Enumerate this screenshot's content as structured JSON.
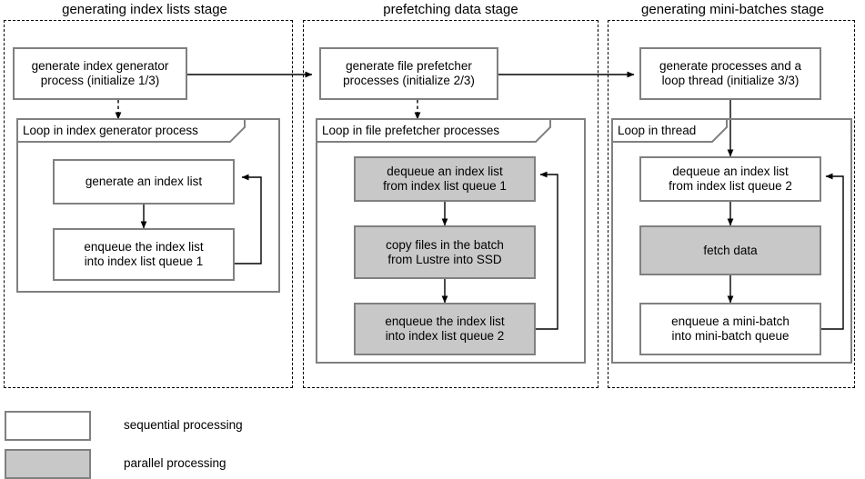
{
  "diagram": {
    "title_font_size": 15,
    "colors": {
      "sequential_fill": "#ffffff",
      "parallel_fill": "#c8c8c8",
      "box_border": "#808080",
      "stage_border": "#000000",
      "arrow": "#000000"
    },
    "stages": [
      {
        "id": "generating-index-lists",
        "title": "generating index lists stage",
        "init_box": {
          "line1": "generate index generator",
          "line2": "process (initialize 1/3)",
          "fill": "sequential"
        },
        "loop": {
          "label": "Loop in index generator process",
          "steps": [
            {
              "line1": "generate an index list",
              "line2": "",
              "fill": "sequential"
            },
            {
              "line1": "enqueue the index list",
              "line2": "into index list queue 1",
              "fill": "sequential"
            }
          ]
        }
      },
      {
        "id": "prefetching-data",
        "title": "prefetching data stage",
        "init_box": {
          "line1": "generate file prefetcher",
          "line2": "processes (initialize 2/3)",
          "fill": "sequential"
        },
        "loop": {
          "label": "Loop in file prefetcher processes",
          "steps": [
            {
              "line1": "dequeue an index list",
              "line2": "from index list queue 1",
              "fill": "parallel"
            },
            {
              "line1": "copy files in the batch",
              "line2": "from Lustre into SSD",
              "fill": "parallel"
            },
            {
              "line1": "enqueue the index list",
              "line2": "into index list queue 2",
              "fill": "parallel"
            }
          ]
        }
      },
      {
        "id": "generating-mini-batches",
        "title": "generating mini-batches stage",
        "init_box": {
          "line1": "generate processes and a",
          "line2": "loop thread (initialize 3/3)",
          "fill": "sequential"
        },
        "loop": {
          "label": "Loop in thread",
          "steps": [
            {
              "line1": "dequeue an index list",
              "line2": "from index list queue 2",
              "fill": "sequential"
            },
            {
              "line1": "fetch data",
              "line2": "",
              "fill": "parallel"
            },
            {
              "line1": "enqueue a mini-batch",
              "line2": "into mini-batch queue",
              "fill": "sequential"
            }
          ]
        }
      }
    ],
    "legend": [
      {
        "key": "sequential",
        "label": "sequential processing"
      },
      {
        "key": "parallel",
        "label": "parallel processing"
      }
    ]
  }
}
